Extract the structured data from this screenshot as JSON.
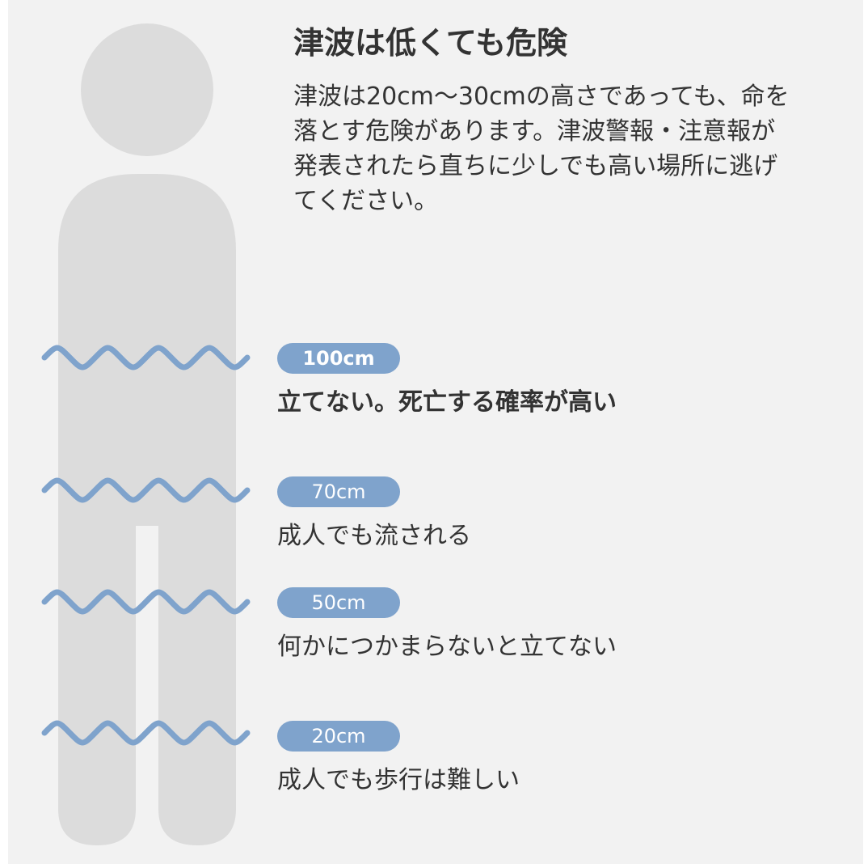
{
  "heading": {
    "title": "津波は低くても危険",
    "description_lines": [
      "津波は20cm〜30cmの高さであっても、命を",
      "落とす危険があります。津波警報・注意報が",
      "発表されたら直ちに少しでも高い場所に逃げ",
      "てください。"
    ]
  },
  "levels": [
    {
      "height_label": "100cm",
      "height_cm": 100,
      "effect": "立てない。死亡する確率が高い"
    },
    {
      "height_label": "70cm",
      "height_cm": 70,
      "effect": "成人でも流される"
    },
    {
      "height_label": "50cm",
      "height_cm": 50,
      "effect": "何かにつかまらないと立てない"
    },
    {
      "height_label": "20cm",
      "height_cm": 20,
      "effect": "成人でも歩行は難しい"
    }
  ],
  "colors": {
    "panel": "#f2f2f2",
    "figure": "#dcdcdc",
    "wave": "#7fa3cc",
    "badge": "#7fa3cc",
    "text": "#333333"
  }
}
